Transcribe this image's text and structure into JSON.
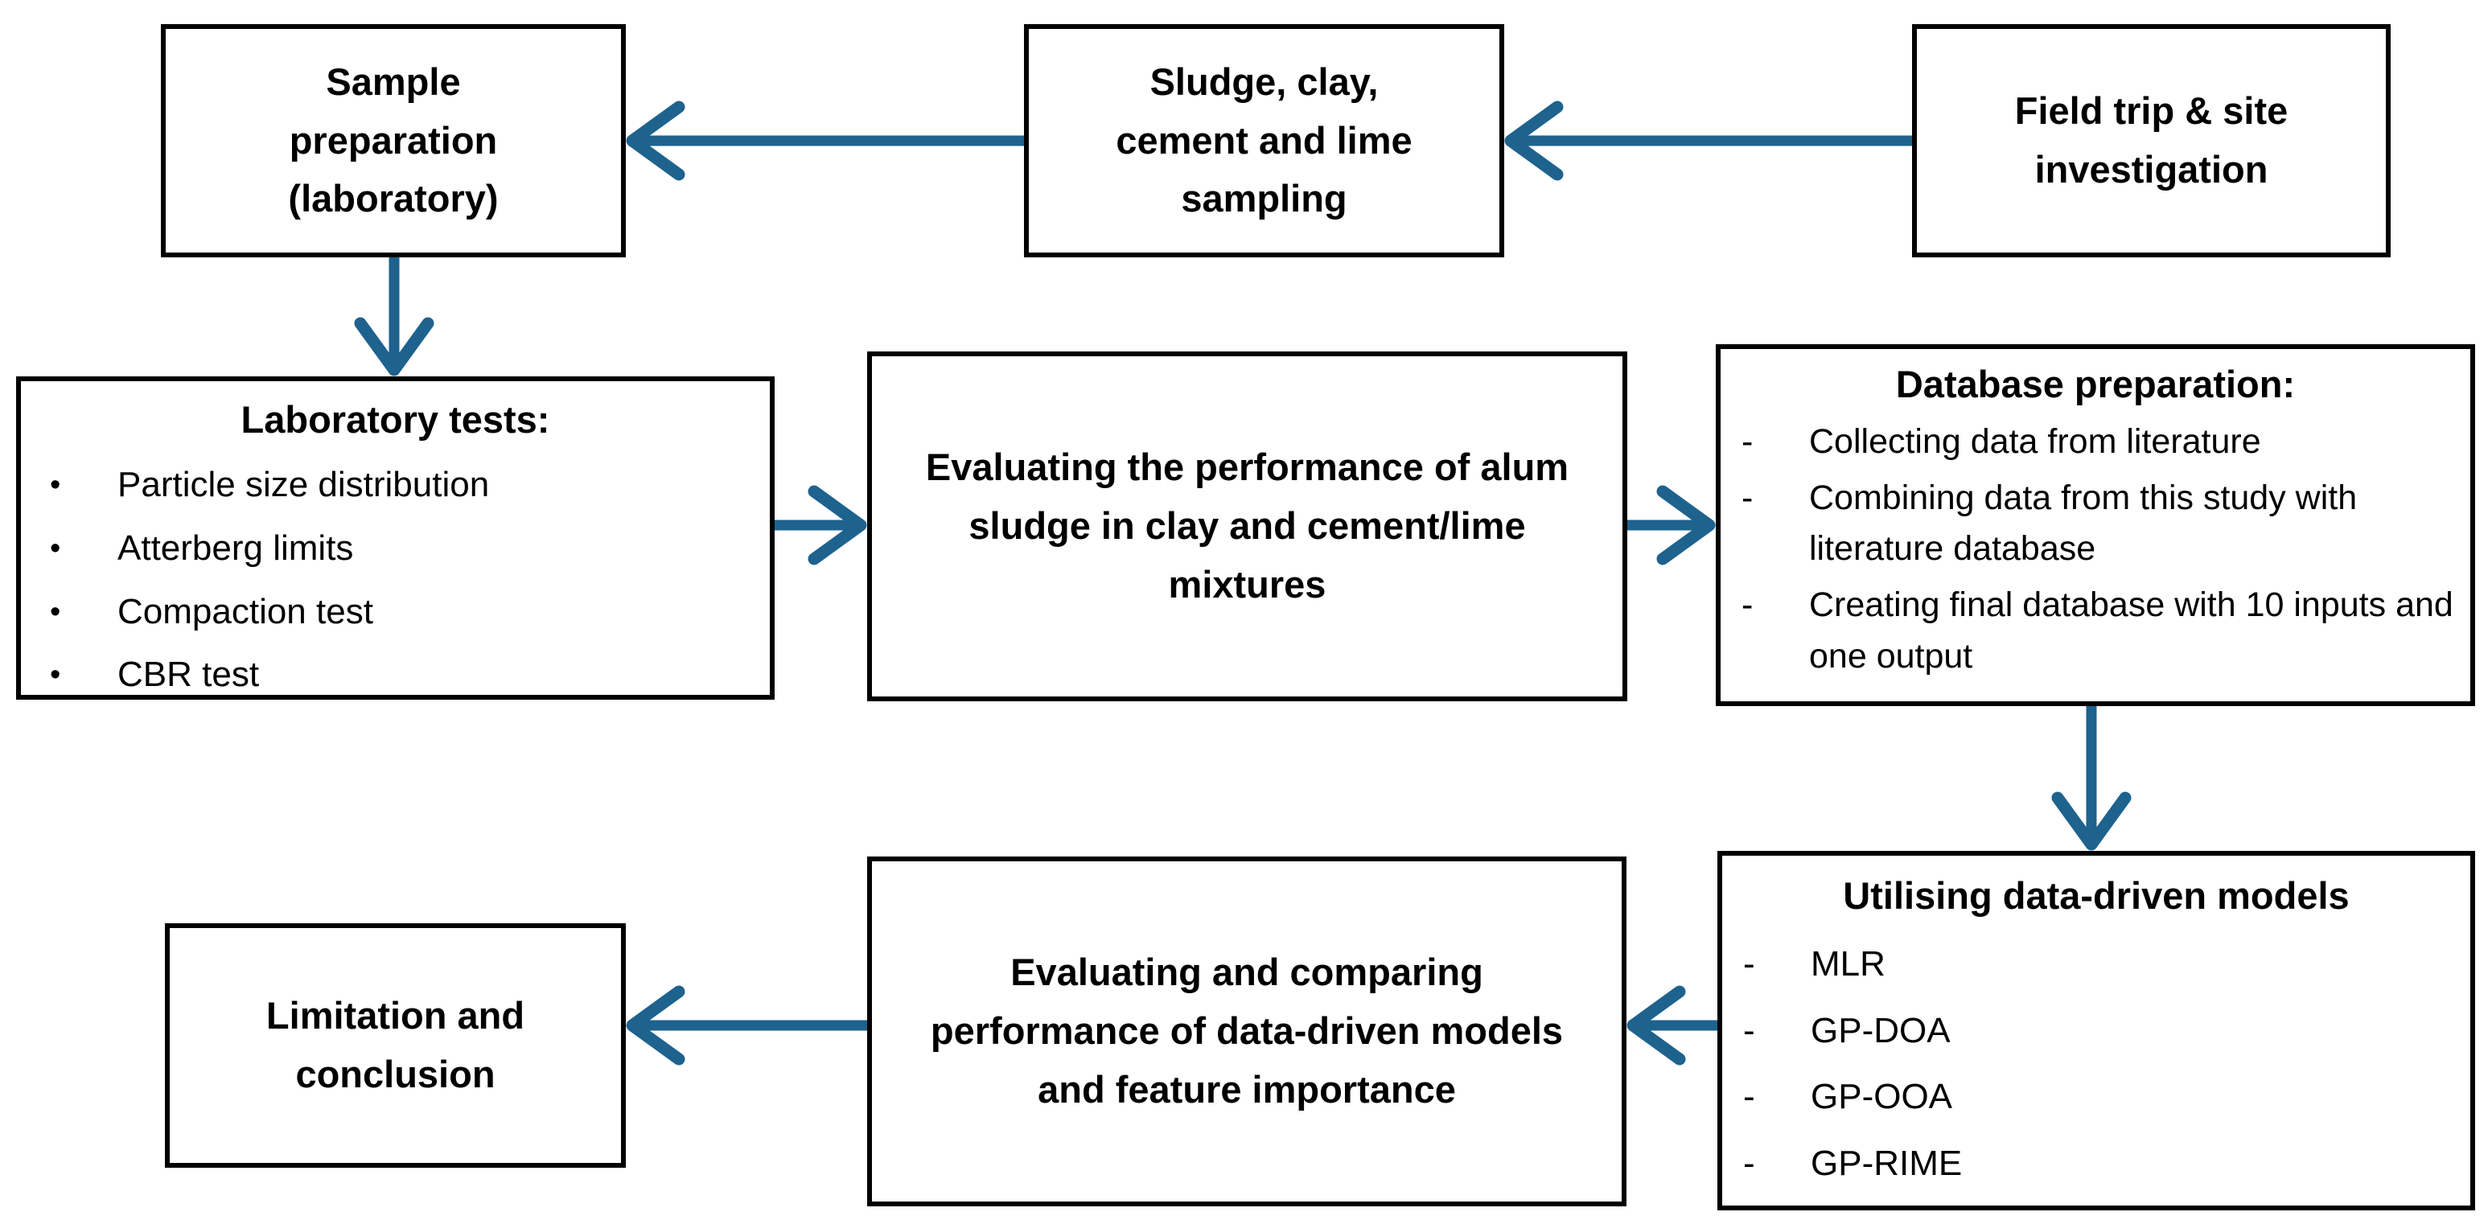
{
  "diagram": {
    "arrow_color": "#1E628E",
    "nodes": {
      "field-trip": {
        "title": "Field trip & site investigation"
      },
      "sampling": {
        "title": "Sludge, clay, cement and lime sampling"
      },
      "sample-preparation": {
        "title": "Sample preparation (laboratory)"
      },
      "laboratory-tests": {
        "title": "Laboratory tests:",
        "marker": "•",
        "items": [
          "Particle size distribution",
          "Atterberg limits",
          "Compaction test",
          "CBR test"
        ]
      },
      "evaluating-performance": {
        "title": "Evaluating the performance of alum sludge in clay and cement/lime mixtures"
      },
      "database-preparation": {
        "title": "Database preparation:",
        "marker": "-",
        "items": [
          "Collecting data from literature",
          "Combining data from this study with literature database",
          "Creating final database with 10 inputs and one output"
        ]
      },
      "data-driven-models": {
        "title": "Utilising data-driven models",
        "marker": "-",
        "items": [
          "MLR",
          "GP-DOA",
          "GP-OOA",
          "GP-RIME"
        ]
      },
      "model-comparison": {
        "title": "Evaluating and comparing performance of data-driven models and feature importance"
      },
      "limitation-conclusion": {
        "title": "Limitation and conclusion"
      }
    },
    "edges": [
      {
        "from": "field-trip",
        "to": "sampling"
      },
      {
        "from": "sampling",
        "to": "sample-preparation"
      },
      {
        "from": "sample-preparation",
        "to": "laboratory-tests"
      },
      {
        "from": "laboratory-tests",
        "to": "evaluating-performance"
      },
      {
        "from": "evaluating-performance",
        "to": "database-preparation"
      },
      {
        "from": "database-preparation",
        "to": "data-driven-models"
      },
      {
        "from": "data-driven-models",
        "to": "model-comparison"
      },
      {
        "from": "model-comparison",
        "to": "limitation-conclusion"
      }
    ]
  }
}
